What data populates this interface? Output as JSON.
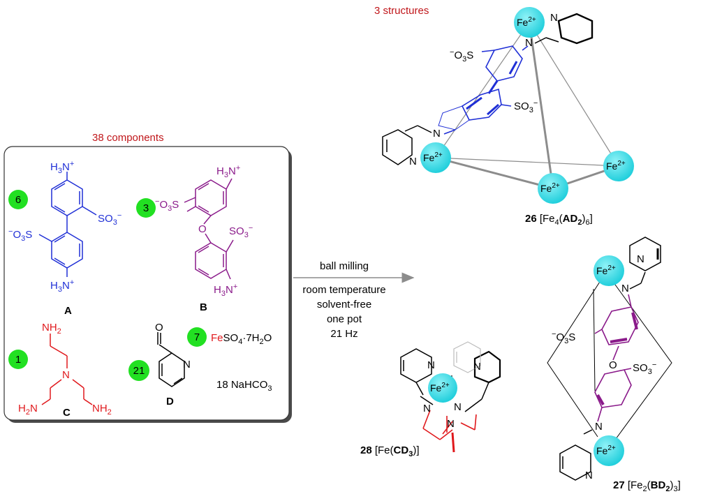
{
  "headers": {
    "components": "38 components",
    "structures": "3 structures"
  },
  "colors": {
    "A": "#1f2fd6",
    "B": "#8a1a8a",
    "C": "#e0181c",
    "header": "#c0161a",
    "count_bubble": "#22e022",
    "fe_ion": "#37dde8",
    "arrow": "#8c8c8c"
  },
  "components": {
    "A": {
      "count": "6",
      "label": "A",
      "groups": {
        "nh3_top": "H3N+",
        "so3_right": "SO3−",
        "so3_left": "−O3S",
        "nh3_bottom": "H3N+"
      }
    },
    "B": {
      "count": "3",
      "label": "B",
      "groups": {
        "nh3_top": "H3N+",
        "so3_left": "−O3S",
        "oxygen": "O",
        "so3_right": "SO3−",
        "nh3_bottom": "H3N+"
      }
    },
    "C": {
      "count": "1",
      "label": "C",
      "groups": {
        "nh2_top": "NH2",
        "n_center": "N",
        "nh2_left": "H2N",
        "nh2_right": "NH2"
      }
    },
    "D": {
      "count": "21",
      "label": "D",
      "groups": {
        "oxygen": "O",
        "n_ring": "N"
      }
    },
    "iron_salt": {
      "count": "7",
      "fe": "Fe",
      "formula": "SO4·7H2O"
    },
    "base": {
      "text": "18 NaHCO3"
    }
  },
  "conditions": {
    "method": "ball milling",
    "lines": [
      "room temperature",
      "solvent-free",
      "one pot",
      "21 Hz"
    ]
  },
  "products": [
    {
      "id": "26",
      "formula": "[Fe4(AD2)6]",
      "ion": "Fe2+",
      "n_atom": "N",
      "so3": "SO3−",
      "so3_left": "−O3S"
    },
    {
      "id": "27",
      "formula": "[Fe2(BD2)3]",
      "ion": "Fe2+",
      "n_atom": "N",
      "so3": "SO3−",
      "so3_left": "−O3S",
      "oxygen": "O"
    },
    {
      "id": "28",
      "formula": "[Fe(CD3)]",
      "ion": "Fe2+",
      "n_atom": "N"
    }
  ]
}
